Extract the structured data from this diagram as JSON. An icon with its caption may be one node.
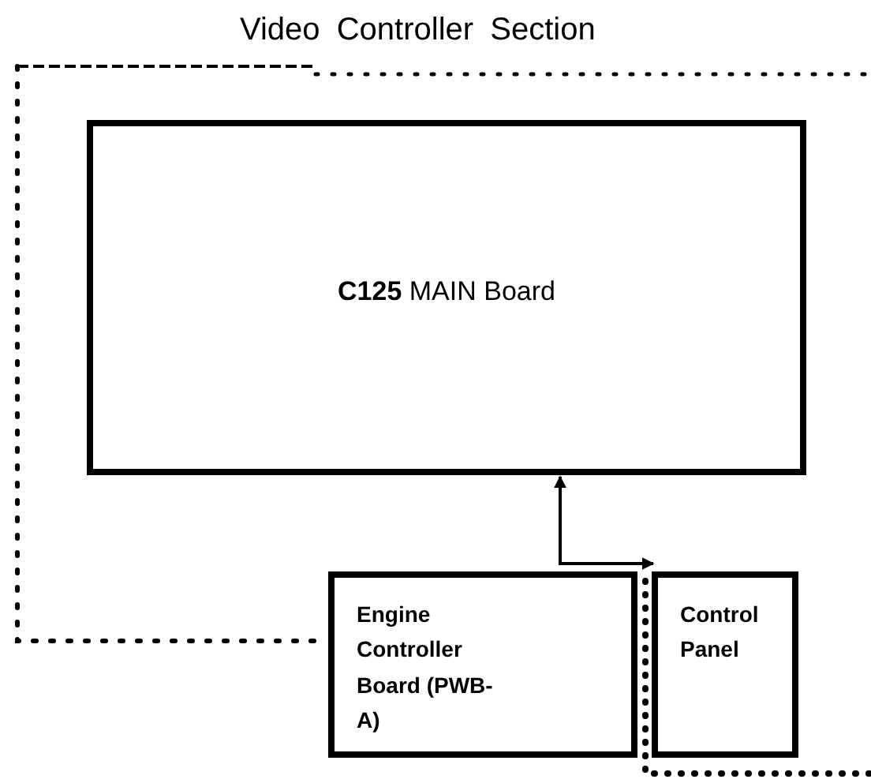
{
  "diagram": {
    "nodes": [
      {
        "text": [
          "Video Controller Section"
        ]
      },
      {
        "text": [
          "**C125** MAIN Board"
        ],
        "in": 0
      },
      {
        "text": [
          "Engine Controller Board (PWB-A)"
        ]
      },
      {
        "text": [],
        "shape": "box"
      },
      {
        "text": [
          "Control Panel"
        ],
        "in": 3
      }
    ],
    "edges": [
      {
        "from": 1,
        "to": 4,
        "arrow": "both"
      }
    ]
  }
}
